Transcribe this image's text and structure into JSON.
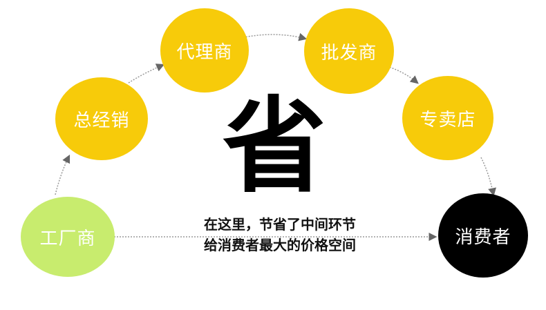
{
  "nodes": {
    "factory": "工厂商",
    "general_distributor": "总经销",
    "agent": "代理商",
    "wholesaler": "批发商",
    "specialty_store": "专卖店",
    "consumer": "消费者"
  },
  "center_char": "省",
  "caption": {
    "line1": "在这里，节省了中间环节",
    "line2": "给消费者最大的价格空间"
  },
  "colors": {
    "factory": "#c8ec6e",
    "chain": "#f7cb0a",
    "consumer": "#000000",
    "connector": "#999999",
    "arrow": "#666666"
  }
}
